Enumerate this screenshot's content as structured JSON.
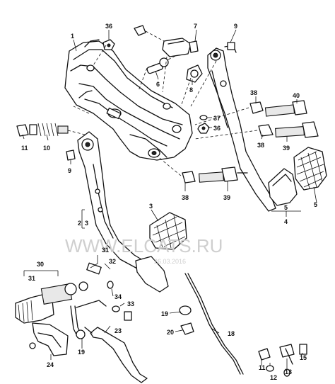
{
  "watermark": {
    "text": "WWW.ELCATS.RU",
    "date": "26.03.2016"
  },
  "callouts": {
    "c1": "1",
    "c2": "2",
    "c3": "3",
    "c3b": "3",
    "c4": "4",
    "c5": "5",
    "c5b": "5",
    "c6": "6",
    "c7": "7",
    "c8": "8",
    "c9": "9",
    "c9b": "9",
    "c10": "10",
    "c11": "11",
    "c11b": "11",
    "c12": "12",
    "c13": "13",
    "c15": "15",
    "c18": "18",
    "c19": "19",
    "c19b": "19",
    "c20": "20",
    "c23": "23",
    "c24": "24",
    "c30": "30",
    "c31": "31",
    "c31b": "31",
    "c32": "32",
    "c33": "33",
    "c34": "34",
    "c36": "36",
    "c36b": "36",
    "c37": "37",
    "c38": "38",
    "c38b": "38",
    "c38c": "38",
    "c39": "39",
    "c39b": "39",
    "c40": "40"
  },
  "colors": {
    "ink": "#111111",
    "paper": "#ffffff",
    "watermark": "#cfcfcf"
  }
}
